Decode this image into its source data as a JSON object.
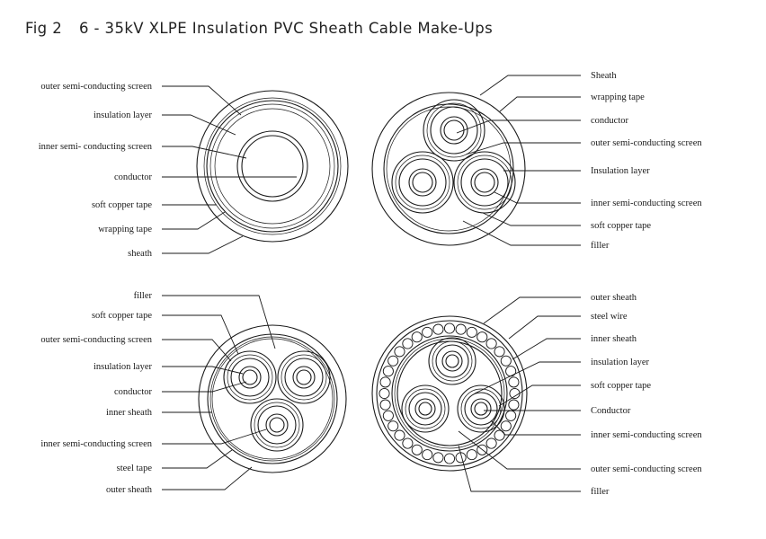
{
  "title": {
    "fig": "Fig 2",
    "text": "6 -  35kV  XLPE  Insulation   PVC Sheath   Cable  Make-Ups"
  },
  "diagrams": {
    "d1": {
      "labels": [
        "outer semi-conducting screen",
        "insulation layer",
        "inner semi- conducting screen",
        "conductor",
        "soft copper  tape",
        "wrapping tape",
        "sheath"
      ]
    },
    "d2": {
      "labels": [
        "Sheath",
        "wrapping tape",
        "conductor",
        "outer semi-conducting screen",
        "Insulation layer",
        "inner semi-conducting screen",
        "soft  copper  tape",
        "filler"
      ]
    },
    "d3": {
      "labels": [
        "filler",
        "soft copper  tape",
        "outer semi-conducting screen",
        "insulation  layer",
        "conductor",
        "inner sheath",
        "inner semi-conducting screen",
        "steel  tape",
        "outer  sheath"
      ]
    },
    "d4": {
      "labels": [
        "outer  sheath",
        "steel  wire",
        "inner  sheath",
        "insulation layer",
        "soft    copper tape",
        "Conductor",
        "inner semi-conducting screen",
        "outer semi-conducting screen",
        "filler"
      ]
    }
  }
}
